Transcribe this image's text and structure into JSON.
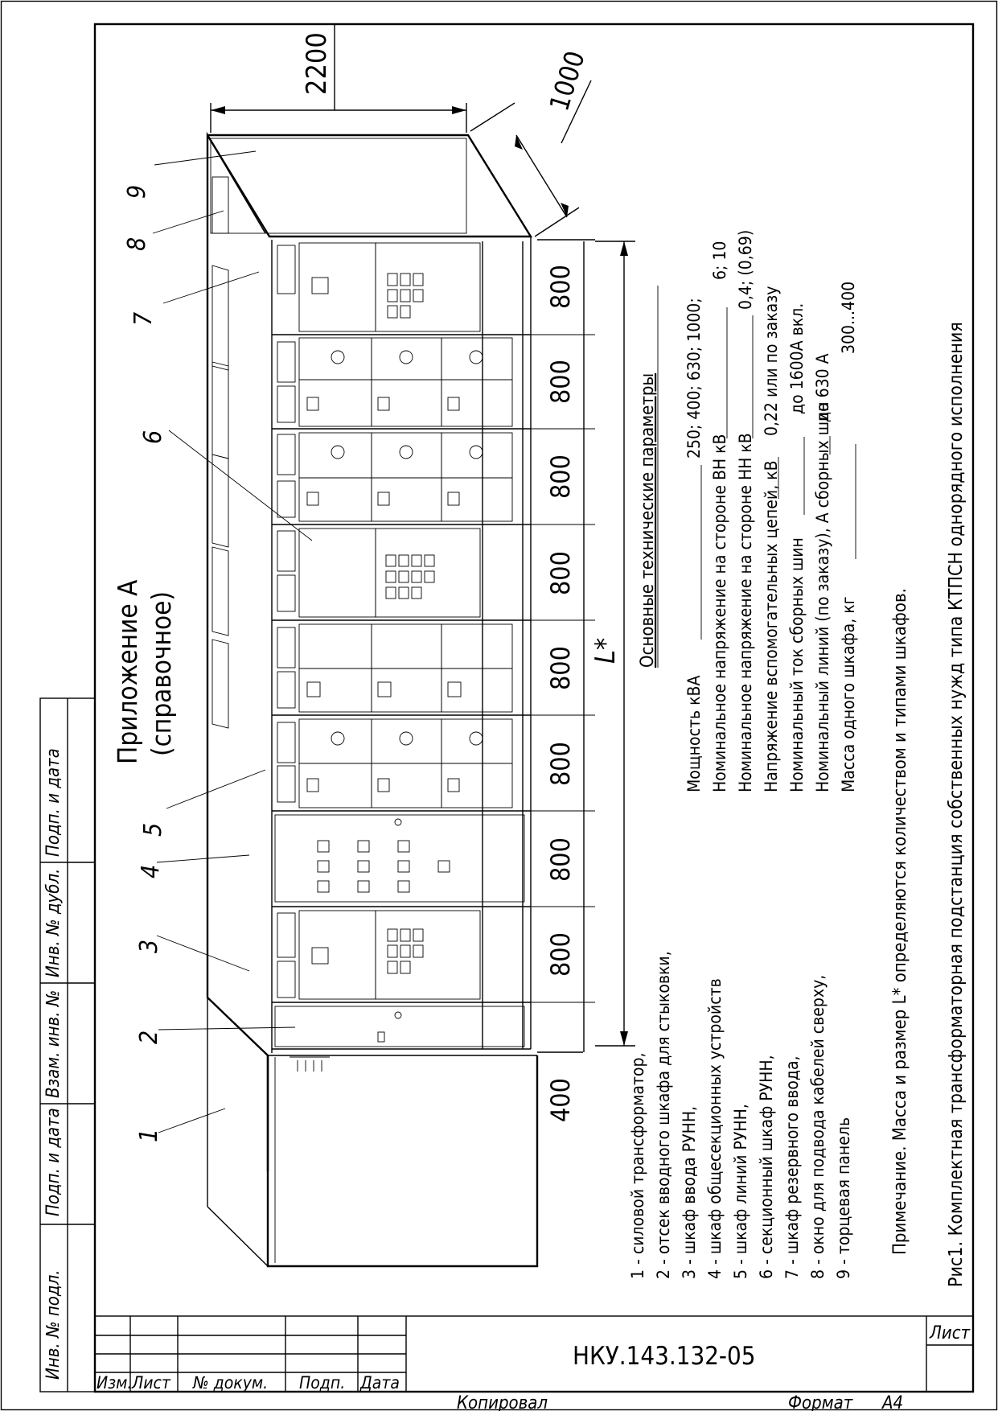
{
  "title": {
    "appendix": "Приложение А",
    "appendix_note": "(справочное)"
  },
  "side_stamp": {
    "cells": [
      "Инв. № подл.",
      "Подп. и дата",
      "Взам. инв. №",
      "Инв. № дубл.",
      "Подп. и дата"
    ]
  },
  "title_block": {
    "headers": [
      "Изм.",
      "Лист",
      "№ докум.",
      "Подп.",
      "Дата"
    ],
    "document_code": "НКУ.143.132-05",
    "sheet_label": "Лист"
  },
  "footer": {
    "copied": "Копировал",
    "format_label": "Формат",
    "format_value": "А4"
  },
  "dimensions": {
    "height": "2200",
    "depth": "1000",
    "cabinet_widths": [
      "800",
      "800",
      "800",
      "800",
      "800",
      "800",
      "800",
      "800"
    ],
    "transformer_width": "400",
    "total_length": "L*"
  },
  "callouts": [
    "1",
    "2",
    "3",
    "4",
    "5",
    "6",
    "7",
    "8",
    "9"
  ],
  "legend": {
    "items": [
      "1 - силовой трансформатор,",
      "2 - отсек вводного шкафа для стыковки,",
      "3 - шкаф ввода РУНН,",
      "4 - шкаф общесекционных устройств",
      "5 - шкаф линий РУНН,",
      "6 - секционный шкаф РУНН,",
      "7 - шкаф резервного ввода,",
      "8 - окно для подвода кабелей сверху,",
      "9 - торцевая панель"
    ],
    "note": "Примечание. Масса и размер L* определяются количеством и типами шкафов.",
    "caption": "Рис1. Комплектная трансформаторная подстанция собственных нужд типа КТПСН однорядного исполнения"
  },
  "specs": {
    "heading": "Основные технические параметры",
    "rows": [
      {
        "label": "Мощность кВА",
        "value": "250; 400; 630; 1000;"
      },
      {
        "label": "Номинальное напряжение на стороне ВН кВ",
        "value": "6; 10"
      },
      {
        "label": "Номинальное напряжение на стороне НН кВ",
        "value": "0,4; (0,69)"
      },
      {
        "label": "Напряжение вспомогательных цепей, кВ",
        "value": "0,22 или по заказу"
      },
      {
        "label": "Номинальный ток сборных шин",
        "value": "до 1600А вкл."
      },
      {
        "label": "Номинальный линий (по заказу), А сборных шин",
        "value": "до 630 А"
      },
      {
        "label": "Масса одного шкафа, кг",
        "value": "300...400"
      }
    ]
  }
}
